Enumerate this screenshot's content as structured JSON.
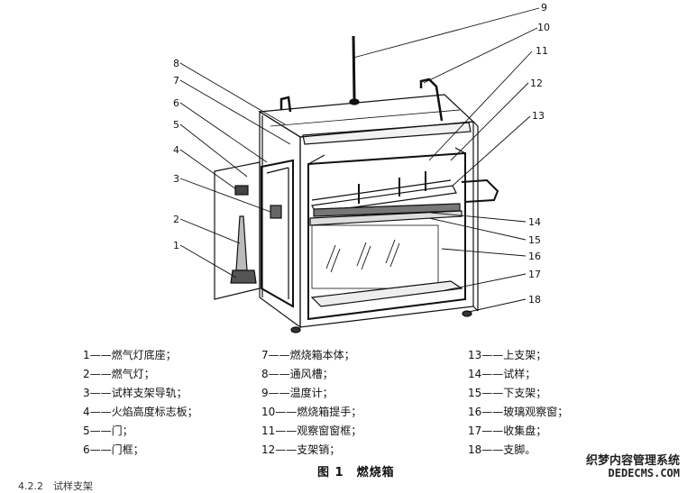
{
  "callouts": [
    "9",
    "10",
    "11",
    "12",
    "13",
    "8",
    "7",
    "6",
    "5",
    "4",
    "3",
    "2",
    "1",
    "14",
    "15",
    "16",
    "17",
    "18"
  ],
  "legend": {
    "col1": [
      "1——燃气灯底座；",
      "2——燃气灯；",
      "3——试样支架导轨；",
      "4——火焰高度标志板；",
      "5——门；",
      "6——门框；"
    ],
    "col2": [
      "7——燃烧箱本体；",
      "8——通风槽；",
      "9——温度计；",
      "10——燃烧箱提手；",
      "11——观察窗窗框；",
      "12——支架销；"
    ],
    "col3": [
      "13——上支架；",
      "14——试样；",
      "15——下支架；",
      "16——玻璃观察窗；",
      "17——收集盘；",
      "18——支脚。"
    ]
  },
  "caption": "图 1　燃烧箱",
  "watermark": {
    "line1": "织梦内容管理系统",
    "line2": "DEDECMS.COM"
  },
  "cut_text": "4.2.2　试样支架"
}
